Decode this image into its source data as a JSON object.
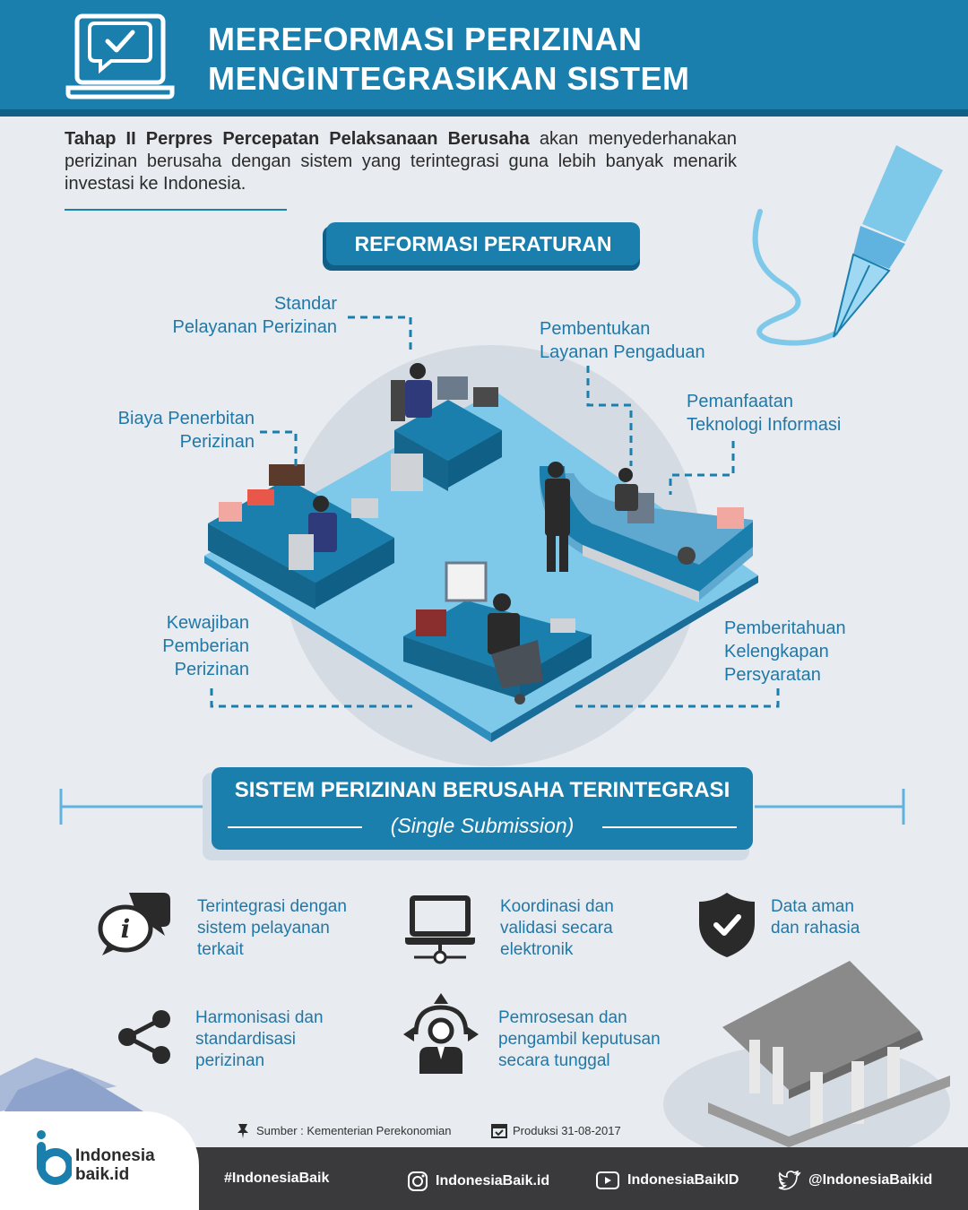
{
  "header": {
    "title_line1": "MEREFORMASI PERIZINAN",
    "title_line2": "MENGINTEGRASIKAN SISTEM",
    "icon": "laptop-checkmark-icon"
  },
  "intro": {
    "bold": "Tahap II Perpres Percepatan Pelaksanaan Berusaha",
    "rest": " akan menyederhanakan perizinan berusaha dengan sistem yang terintegrasi guna lebih banyak menarik investasi ke Indonesia."
  },
  "reformasi": {
    "title": "REFORMASI PERATURAN",
    "labels": {
      "standar": [
        "Standar",
        "Pelayanan Perizinan"
      ],
      "pembentukan": [
        "Pembentukan",
        "Layanan Pengaduan"
      ],
      "biaya": [
        "Biaya Penerbitan",
        "Perizinan"
      ],
      "teknologi": [
        "Pemanfaatan",
        "Teknologi Informasi"
      ],
      "kewajiban": [
        "Kewajiban",
        "Pemberian",
        "Perizinan"
      ],
      "pemberitahuan": [
        "Pemberitahuan",
        "Kelengkapan",
        "Persyaratan"
      ]
    }
  },
  "sistem": {
    "title": "SISTEM PERIZINAN BERUSAHA TERINTEGRASI",
    "subtitle": "(Single Submission)",
    "features": [
      {
        "icon": "info-chat-icon",
        "text": [
          "Terintegrasi dengan",
          "sistem pelayanan",
          "terkait"
        ]
      },
      {
        "icon": "laptop-network-icon",
        "text": [
          "Koordinasi dan",
          "validasi secara",
          "elektronik"
        ]
      },
      {
        "icon": "shield-check-icon",
        "text": [
          "Data aman",
          "dan rahasia"
        ]
      },
      {
        "icon": "share-icon",
        "text": [
          "Harmonisasi dan",
          "standardisasi",
          "perizinan"
        ]
      },
      {
        "icon": "person-arrows-icon",
        "text": [
          "Pemrosesan dan",
          "pengambil keputusan",
          "secara tunggal"
        ]
      }
    ]
  },
  "source": {
    "sumber": "Sumber : Kementerian Perekonomian",
    "produksi": "Produksi 31-08-2017"
  },
  "footer": {
    "logo_line1": "Indonesia",
    "logo_line2": "baik.id",
    "hashtag": "#IndonesiaBaik",
    "instagram": "IndonesiaBaik.id",
    "youtube": "IndonesiaBaikID",
    "twitter": "@IndonesiaBaikid"
  },
  "colors": {
    "primary": "#1a7fad",
    "dark": "#0f5f86",
    "light_blue": "#7ec8ea",
    "footer": "#3a3a3d",
    "background": "#e8ebef"
  }
}
